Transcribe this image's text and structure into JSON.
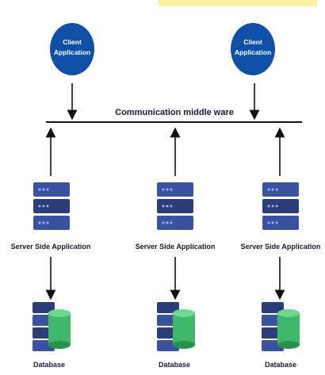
{
  "clients": [
    {
      "label_line1": "Client",
      "label_line2": "Application"
    },
    {
      "label_line1": "Client",
      "label_line2": "Application"
    }
  ],
  "middleware": {
    "label": "Communication middle ware"
  },
  "servers": [
    {
      "label": "Server Side Application"
    },
    {
      "label": "Server Side Application"
    },
    {
      "label": "Server Side Application"
    }
  ],
  "databases": [
    {
      "label": "Database"
    },
    {
      "label": "Database"
    },
    {
      "label": "Database"
    }
  ],
  "colors": {
    "client_fill": "#0f4fa8",
    "server_dark": "#2c3e7a",
    "server_mid": "#3a52a0",
    "server_light": "#4f6bc4",
    "db_box": "#2c3e7a",
    "db_green": "#3fb86a",
    "db_green_dark": "#2a8f4f",
    "line": "#111111",
    "accent_yellow": "#ffe866"
  },
  "icons": {
    "server": "server-rack-icon",
    "database": "database-icon"
  }
}
